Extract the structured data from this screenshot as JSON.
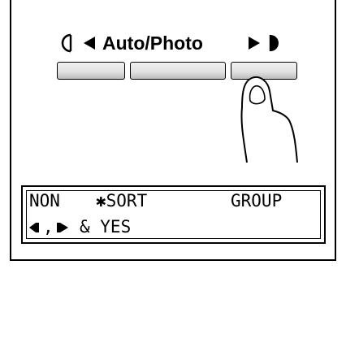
{
  "control_panel": {
    "mode_label": "Auto/Photo",
    "lighter_icon": "lighter-brightness-icon",
    "darker_icon": "darker-brightness-icon",
    "left_arrow_icon": "left-arrow-icon",
    "right_arrow_icon": "right-arrow-icon",
    "keys": [
      "lighter-key",
      "auto-photo-key",
      "darker-key"
    ],
    "pressed_key": "darker-key"
  },
  "display": {
    "line1": {
      "option1": "NON",
      "option2": "✱SORT",
      "option3": "GROUP"
    },
    "line2": {
      "separator": ",",
      "suffix": "& YES"
    },
    "line2_icons": [
      "left-select-icon",
      "right-select-icon"
    ]
  }
}
